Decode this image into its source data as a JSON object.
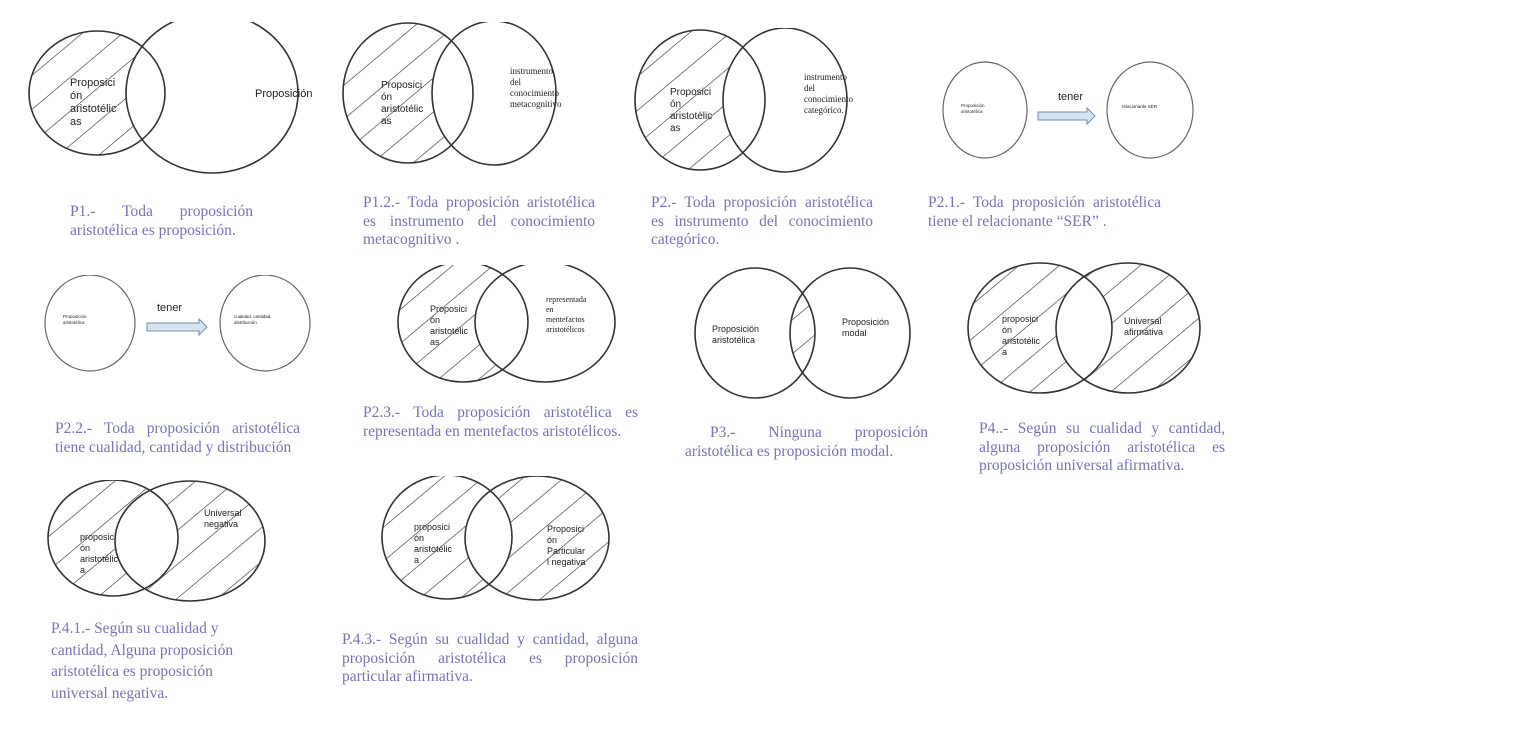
{
  "diagrams": [
    {
      "id": "p1",
      "left_label": [
        "Proposici",
        "ón",
        "aristotélic",
        "as"
      ],
      "right_label": [
        "Proposición"
      ],
      "caption": "P1.- Toda proposición aristotélica es proposición."
    },
    {
      "id": "p1-2",
      "left_label": [
        "Proposici",
        "ón",
        "aristotélic",
        "as"
      ],
      "right_label": [
        "instrumento",
        "del",
        "conocimiento",
        "metacognitivo"
      ],
      "caption": "P1.2.- Toda proposición aristotélica es instrumento del conocimiento metacognitivo ."
    },
    {
      "id": "p2",
      "left_label": [
        "Proposici",
        "ón",
        "aristotélic",
        "as"
      ],
      "right_label": [
        "instrumento",
        "del",
        "conocimiento",
        "categórico."
      ],
      "caption": "P2.- Toda proposición aristotélica es instrumento del conocimiento categórico."
    },
    {
      "id": "p2-1",
      "left_label": [
        "Proposición",
        "aristotélica"
      ],
      "arrow_label": "tener",
      "right_label": [
        "relacionante SER"
      ],
      "caption": "P2.1.- Toda proposición aristotélica tiene el relacionante “SER” ."
    },
    {
      "id": "p2-2",
      "left_label": [
        "Proposición",
        "aristotélica"
      ],
      "arrow_label": "tener",
      "right_label": [
        "cualidad, cantidad,",
        "distribución"
      ],
      "caption": "P2.2.- Toda proposición aristotélica tiene cualidad, cantidad y distribución"
    },
    {
      "id": "p2-3",
      "left_label": [
        "Proposici",
        "ón",
        "aristotélic",
        "as"
      ],
      "right_label": [
        "representada",
        "en",
        "mentefactos",
        "aristotélicos"
      ],
      "caption": "P2.3.- Toda proposición aristotélica es representada en mentefactos aristotélicos."
    },
    {
      "id": "p3",
      "left_label": [
        "Proposición",
        "aristotélica"
      ],
      "right_label": [
        "Proposición",
        "modal"
      ],
      "caption": "P3.- Ninguna proposición aristotélica es proposición modal."
    },
    {
      "id": "p4",
      "left_label": [
        "proposici",
        "ón",
        "aristotélic",
        "a"
      ],
      "right_label": [
        "Universal",
        "afirmativa"
      ],
      "caption": "P4..- Según su cualidad y cantidad, alguna proposición aristotélica es proposición universal afirmativa."
    },
    {
      "id": "p4-1",
      "left_label": [
        "proposici",
        "ón",
        "aristotélic",
        "a"
      ],
      "right_label": [
        "Universal",
        "negativa"
      ],
      "caption": "P.4.1.- Según su cualidad y cantidad, Alguna proposición aristotélica es proposición universal negativa."
    },
    {
      "id": "p4-3",
      "left_label": [
        "proposici",
        "ón",
        "aristotélic",
        "a"
      ],
      "right_label": [
        "Proposici",
        "ón",
        "Particular",
        "l negativa"
      ],
      "caption": "P.4.3.- Según su cualidad y cantidad, alguna proposición aristotélica es proposición particular afirmativa."
    }
  ],
  "colors": {
    "caption": "#7673b6",
    "stroke": "#333333",
    "arrow_fill": "#d6e3f0",
    "arrow_stroke": "#6f8fb0"
  }
}
